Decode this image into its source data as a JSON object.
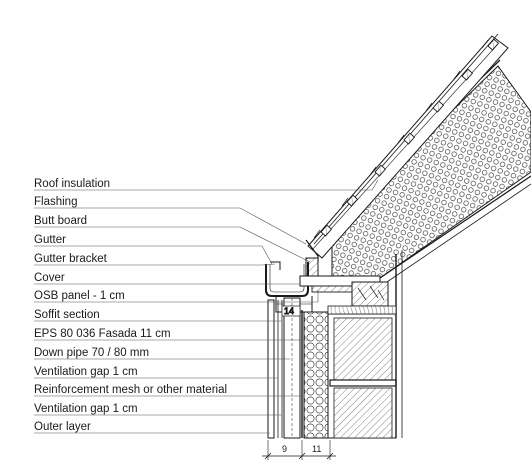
{
  "labels": [
    "Roof insulation",
    "Flashing",
    "Butt board",
    "Gutter",
    "Gutter bracket",
    "Cover",
    "OSB panel - 1 cm",
    "Soffit section",
    "EPS 80 036 Fasada 11 cm",
    "Down pipe 70 / 80 mm",
    "Ventilation gap 1 cm",
    "Reinforcement mesh or other material",
    "Ventilation gap 1 cm",
    "Outer layer"
  ],
  "dimensions": {
    "left": "9",
    "right": "11",
    "tag": "14"
  }
}
